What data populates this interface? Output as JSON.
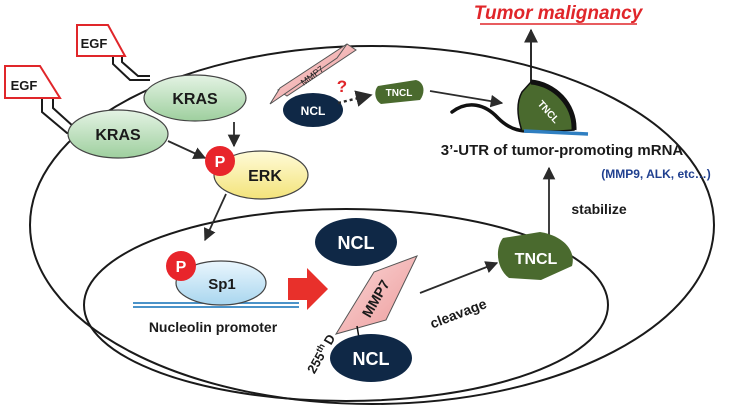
{
  "title": "Tumor malignancy",
  "labels": {
    "egf_1": "EGF",
    "egf_2": "EGF",
    "kras_1": "KRAS",
    "kras_2": "KRAS",
    "phospho_1": "P",
    "erk": "ERK",
    "mmp7_small": "MMP7",
    "question": "?",
    "ncl_small": "NCL",
    "tncl_small": "TNCL",
    "tncl_bound": "TNCL",
    "utr": "3’-UTR of tumor-promoting mRNA",
    "targets": "(MMP9, ALK, etc…)",
    "stabilize": "stabilize",
    "ncl_nucleus": "NCL",
    "phospho_2": "P",
    "sp1": "Sp1",
    "promoter": "Nucleolin promoter",
    "mmp7_large": "MMP7",
    "ncl_large": "NCL",
    "tncl_large": "TNCL",
    "cleavage": "cleavage",
    "site_num": "255",
    "site_sup": "th",
    "site_res": "D"
  },
  "colors": {
    "title_red": "#e0262a",
    "egf_box": "#e0262a",
    "kras_fill": "#c8e4c8",
    "erk_fill": "#fdf3a6",
    "phospho": "#e8252b",
    "ncl_fill": "#0f2846",
    "tncl_fill": "#4a6a2e",
    "mmp7_fill": "#f4b9b9",
    "sp1_fill": "#cde8f6",
    "promoter_line": "#4b93c9",
    "targets_blue": "#1f3f8f",
    "block_arrow": "#e8302b"
  }
}
